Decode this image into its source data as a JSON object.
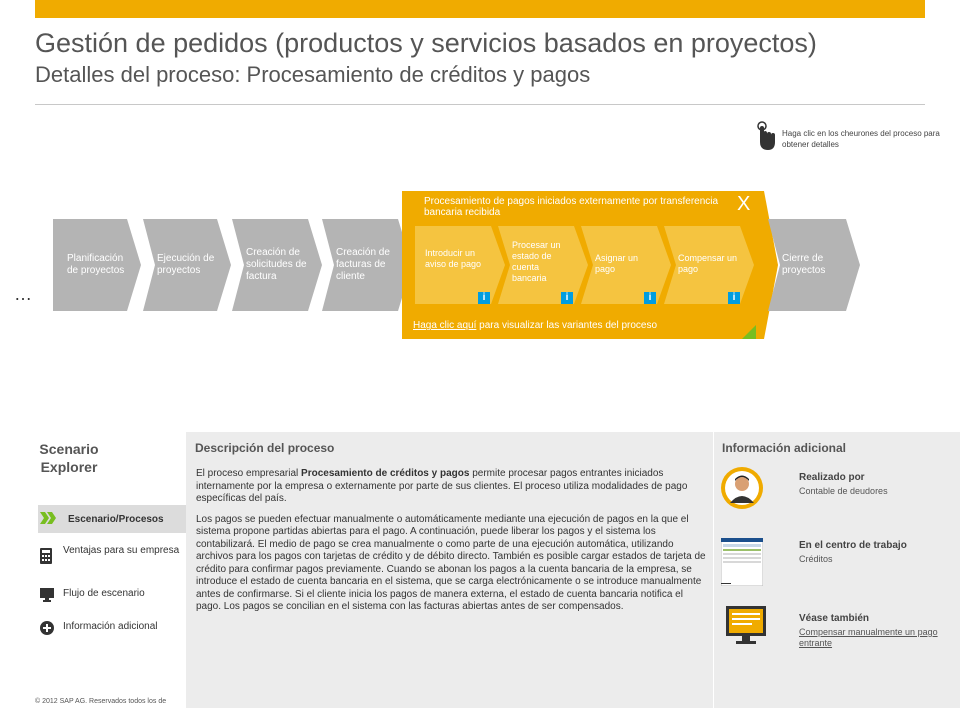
{
  "header": {
    "title": "Gestión de pedidos (productos y servicios basados en proyectos)",
    "subtitle": "Detalles del proceso: Procesamiento de créditos y pagos"
  },
  "hint": {
    "text": "Haga clic en los cheurones del proceso para obtener detalles"
  },
  "process": {
    "ellipsis": "…",
    "steps": [
      {
        "label": "Planificación de proyectos"
      },
      {
        "label": "Ejecución de proyectos"
      },
      {
        "label": "Creación de solicitudes de factura"
      },
      {
        "label": "Creación de facturas de cliente"
      },
      {
        "label": "Cierre de proyectos"
      }
    ],
    "expanded": {
      "title": "Procesamiento de pagos iniciados externamente por transferencia bancaria recibida",
      "close_label": "X",
      "substeps": [
        {
          "label": "Introducir un aviso de pago",
          "info": "i"
        },
        {
          "label": "Procesar un estado de cuenta bancaria",
          "info": "i"
        },
        {
          "label": "Asignar un pago",
          "info": "i"
        },
        {
          "label": "Compensar un pago",
          "info": "i"
        }
      ],
      "link_text": "Haga clic aquí",
      "link_suffix": " para visualizar las variantes del proceso"
    }
  },
  "scenario_explorer": {
    "title": "Scenario Explorer",
    "items": [
      {
        "label": "Escenario/Procesos",
        "icon": "double-chevron-icon",
        "active": true
      },
      {
        "label": "Ventajas para su empresa",
        "icon": "calculator-icon"
      },
      {
        "label": "Flujo de escenario",
        "icon": "monitor-icon"
      },
      {
        "label": "Información adicional",
        "icon": "plus-circle-icon"
      }
    ]
  },
  "description": {
    "title": "Descripción del proceso",
    "p1_pre": "El proceso empresarial ",
    "p1_bold": "Procesamiento de créditos y pagos",
    "p1_post": " permite procesar pagos entrantes iniciados internamente por la empresa o externamente por parte de sus clientes. El proceso utiliza modalidades de pago específicas del país.",
    "p2": "Los pagos se pueden efectuar manualmente o automáticamente mediante una ejecución de pagos en la que el sistema propone partidas abiertas para el pago. A continuación, puede liberar los pagos y  el sistema los contabilizará. El medio de pago se crea manualmente o como parte de una ejecución automática, utilizando archivos para los pagos con tarjetas de crédito y de débito directo. También es posible cargar estados de tarjeta de crédito para confirmar pagos previamente. Cuando se abonan los pagos a la cuenta bancaria de la empresa, se introduce el estado de cuenta bancaria en el sistema, que se carga electrónicamente o se introduce manualmente antes de confirmarse. Si el cliente inicia los pagos de manera externa, el estado de cuenta bancaria notifica el pago. Los pagos se concilian en el sistema con las facturas abiertas antes de ser compensados."
  },
  "additional_info": {
    "title": "Información adicional",
    "performed_by_label": "Realizado por",
    "performed_by_value": "Contable de deudores",
    "work_center_label": "En el centro de trabajo",
    "work_center_value": "Créditos",
    "see_also_label": "Véase también",
    "see_also_link": "Compensar manualmente un pago entrante"
  },
  "footer": {
    "copyright": "© 2012 SAP AG. Reservados todos los de"
  },
  "colors": {
    "accent": "#f0ab00",
    "chevron_gray": "#b4b4b4",
    "green": "#78be20",
    "info_blue": "#009de0"
  }
}
